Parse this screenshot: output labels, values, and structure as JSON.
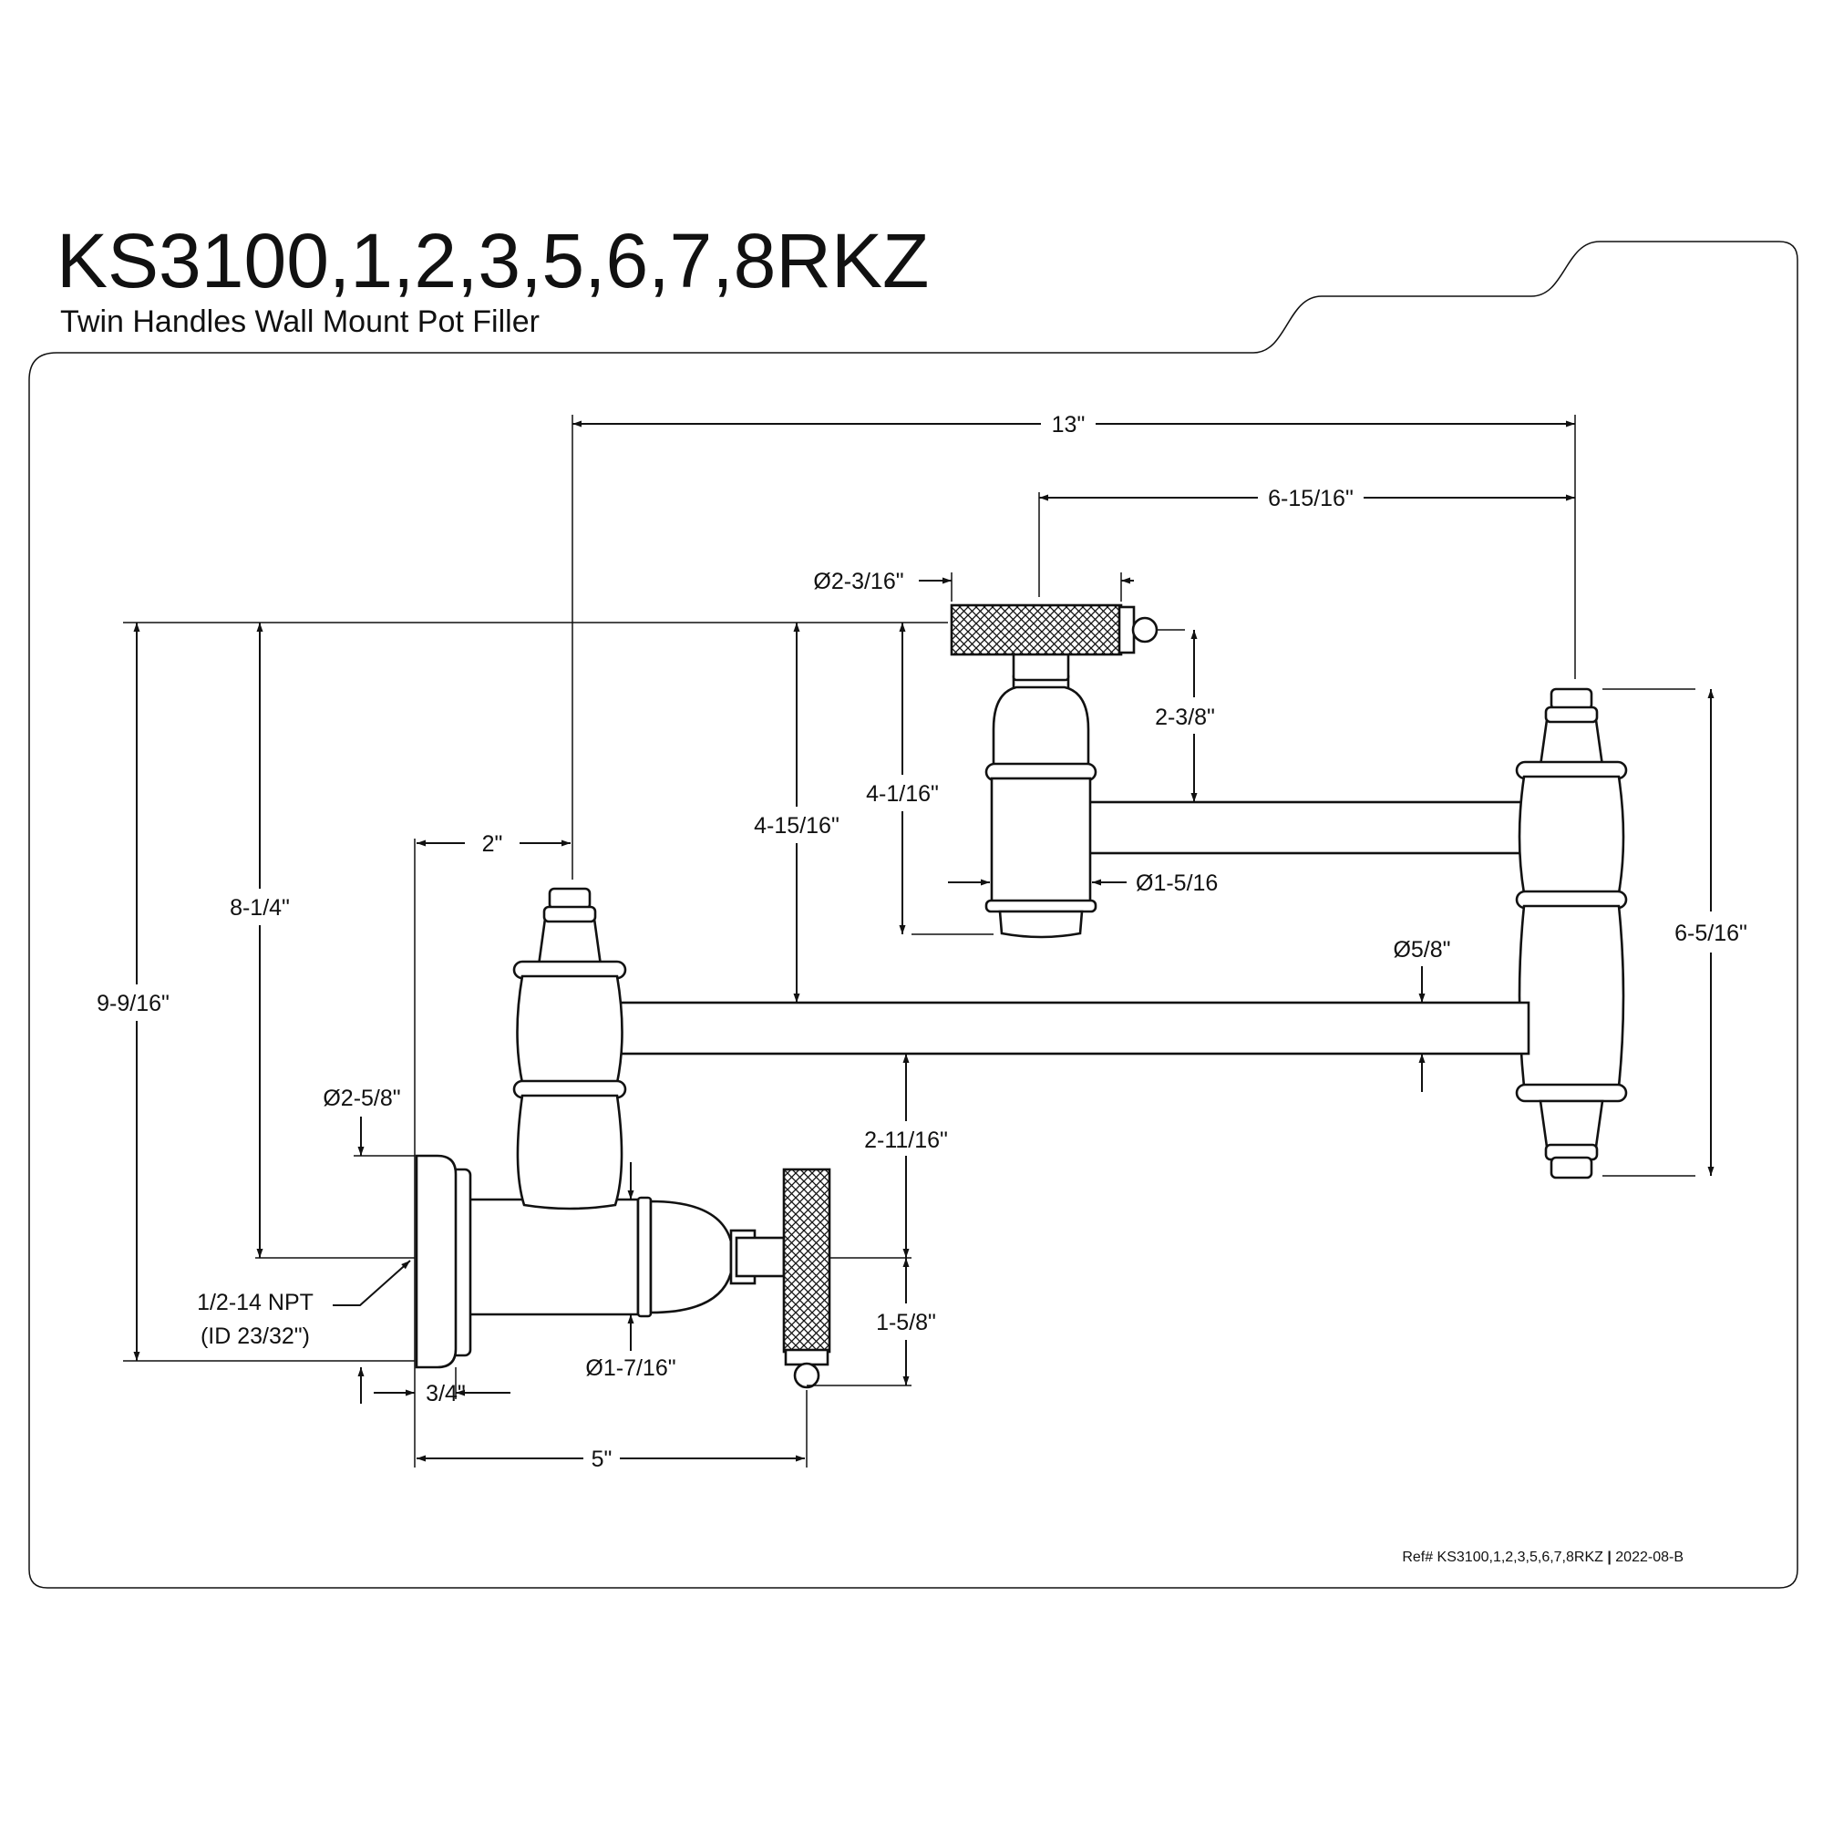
{
  "header": {
    "model": "KS3100,1,2,3,5,6,7,8RKZ",
    "description": "Twin Handles Wall Mount Pot Filler"
  },
  "footer": {
    "ref": "Ref# KS3100,1,2,3,5,6,7,8RKZ",
    "rev": "2022-08-B"
  },
  "dimensions": {
    "overall_width": "13\"",
    "handle_to_center": "6-15/16\"",
    "handle_diameter_top": "Ø2-3/16\"",
    "handle_height": "2-3/8\"",
    "upper_body_height": "4-1/16\"",
    "upper_body_diameter": "Ø1-5/16",
    "arm_to_top": "4-15/16\"",
    "offset": "2\"",
    "inlet_to_top": "8-1/4\"",
    "overall_height": "9-9/16\"",
    "arm_diameter": "Ø5/8\"",
    "hinge_height": "6-5/16\"",
    "flange_diameter": "Ø2-5/8\"",
    "lower_arm_height": "2-11/16\"",
    "lower_handle_height": "1-5/8\"",
    "thread_spec": "1/2-14 NPT",
    "thread_id": "(ID 23/32\")",
    "body_diameter": "Ø1-7/16\"",
    "flange_depth": "3/4\"",
    "handle_reach": "5\""
  }
}
